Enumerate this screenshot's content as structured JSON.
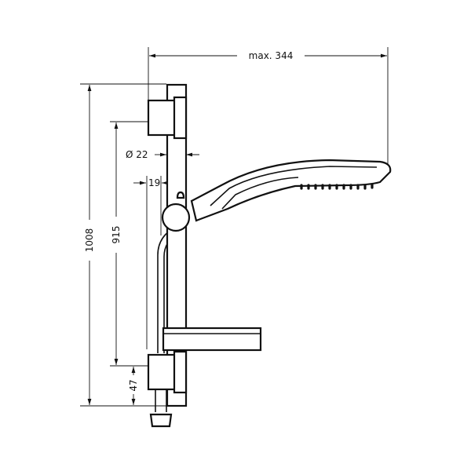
{
  "dimensions": {
    "max_width": "max. 344",
    "rail_diameter": "Ø 22",
    "offset": "19",
    "total_height": "1008",
    "holder_span": "915",
    "bottom_offset": "47"
  }
}
